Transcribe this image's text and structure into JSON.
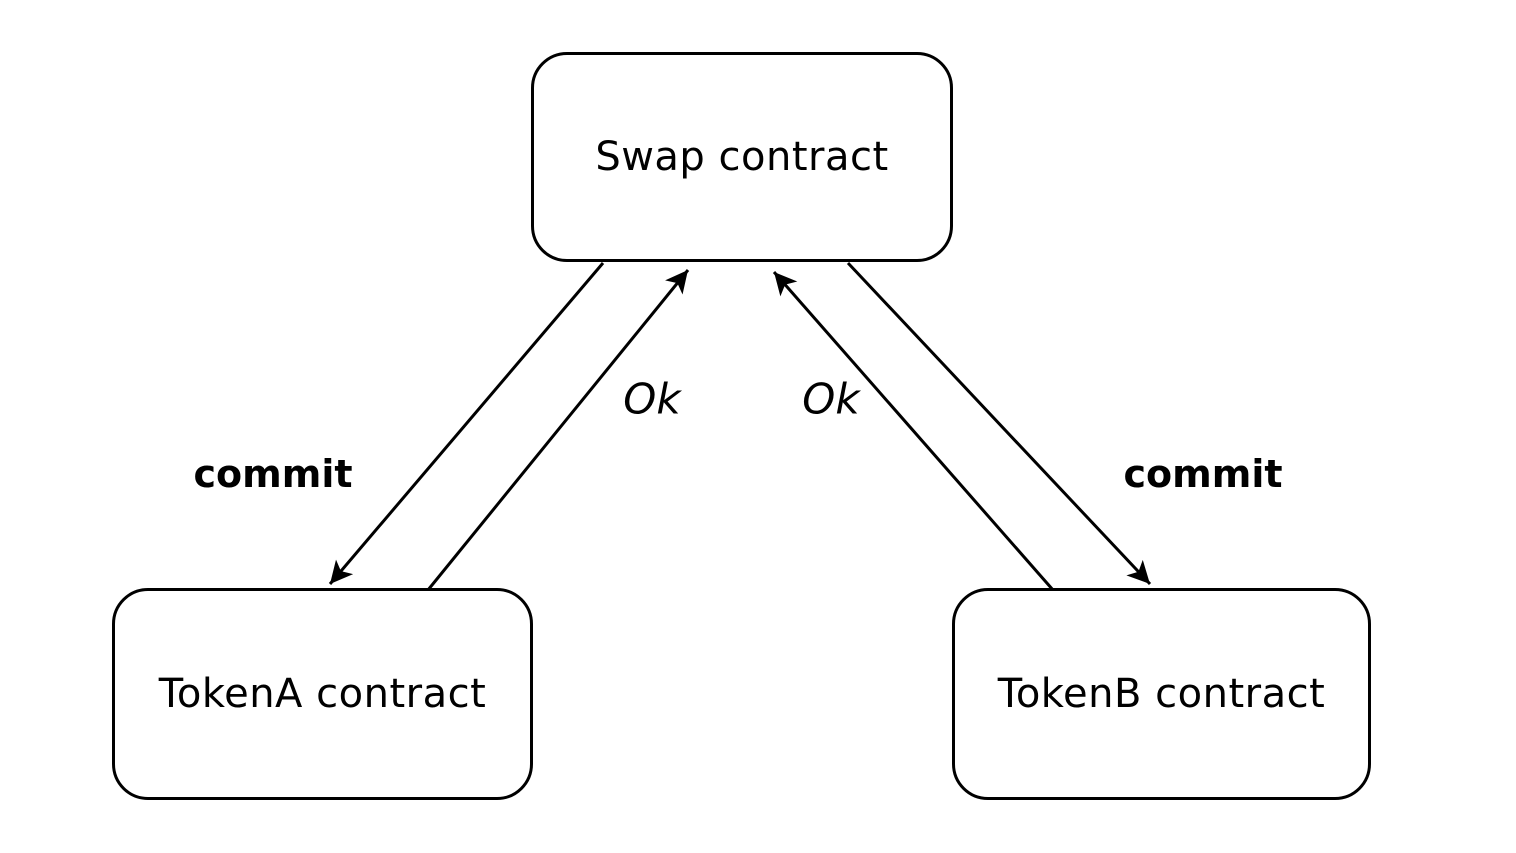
{
  "diagram": {
    "background_color": "#ffffff",
    "stroke_color": "#000000",
    "nodes": [
      {
        "id": "swap",
        "label": "Swap contract"
      },
      {
        "id": "tokenA",
        "label": "TokenA contract"
      },
      {
        "id": "tokenB",
        "label": "TokenB contract"
      }
    ],
    "edges": [
      {
        "from": "swap",
        "to": "tokenA",
        "label": "commit",
        "emphasis": "bold"
      },
      {
        "from": "tokenA",
        "to": "swap",
        "label": "Ok",
        "emphasis": "normal"
      },
      {
        "from": "tokenB",
        "to": "swap",
        "label": "Ok",
        "emphasis": "normal"
      },
      {
        "from": "swap",
        "to": "tokenB",
        "label": "commit",
        "emphasis": "bold"
      }
    ]
  }
}
